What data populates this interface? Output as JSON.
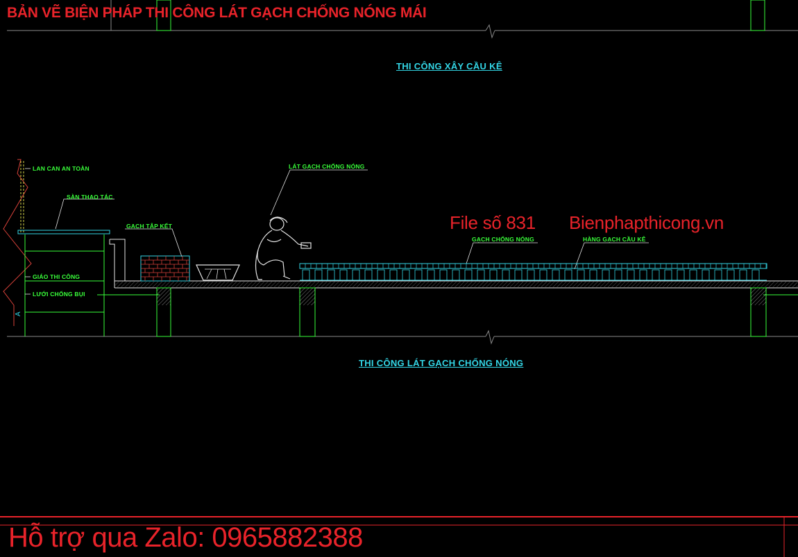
{
  "drawing": {
    "main_title": "BẢN VẼ BIỆN PHÁP THI CÔNG LÁT GẠCH CHỐNG NÓNG MÁI",
    "section_top_title": "THI CÔNG XÂY CẦU KÊ",
    "section_bottom_title": "THI CÔNG LÁT GẠCH CHỐNG NÓNG",
    "labels": {
      "railing": "LAN CAN AN TOÀN",
      "work_platform": "SÀN THAO TÁC",
      "scaffold": "GIÁO THI CÔNG",
      "dust_net": "LƯỚI CHỐNG BỤI",
      "brick_stack": "GẠCH TẬP KẾT",
      "laying": "LÁT GẠCH CHỐNG NÓNG",
      "heat_brick": "GẠCH CHỐNG NÓNG",
      "support_row": "HÀNG GẠCH CẦU KÊ",
      "axis_mark": "A"
    },
    "watermark": {
      "file_number": "File số 831",
      "website": "Bienphapthicong.vn",
      "support_line": "Hỗ trợ qua Zalo: 0965882388"
    },
    "colors": {
      "background": "#000000",
      "red": "#e8232a",
      "cyan": "#33d6e6",
      "green": "#39ff3a",
      "white": "#e6e6e6",
      "brick_red": "#d9423a"
    }
  }
}
